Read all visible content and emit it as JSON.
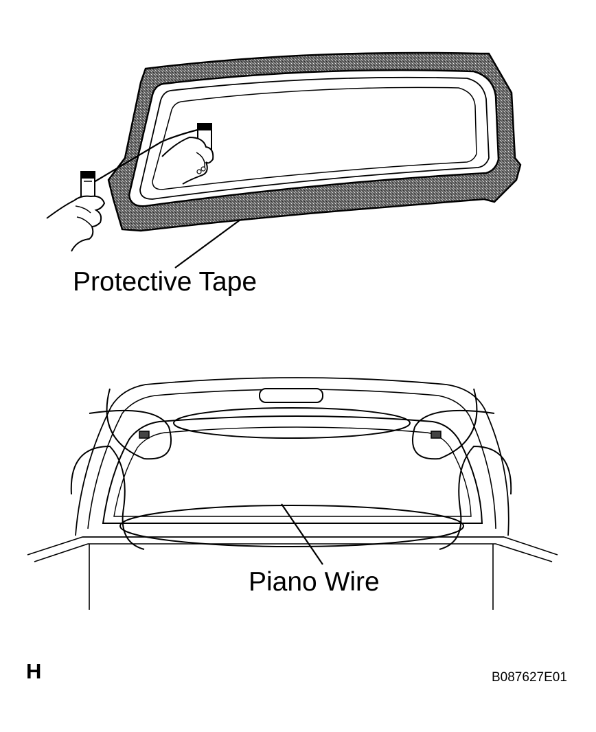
{
  "callouts": {
    "protective_tape": "Protective Tape",
    "piano_wire": "Piano Wire"
  },
  "footer": {
    "section_letter": "H",
    "figure_id": "B087627E01"
  },
  "colors": {
    "ink": "#000000",
    "paper": "#ffffff",
    "tape_fill": "#555555"
  }
}
